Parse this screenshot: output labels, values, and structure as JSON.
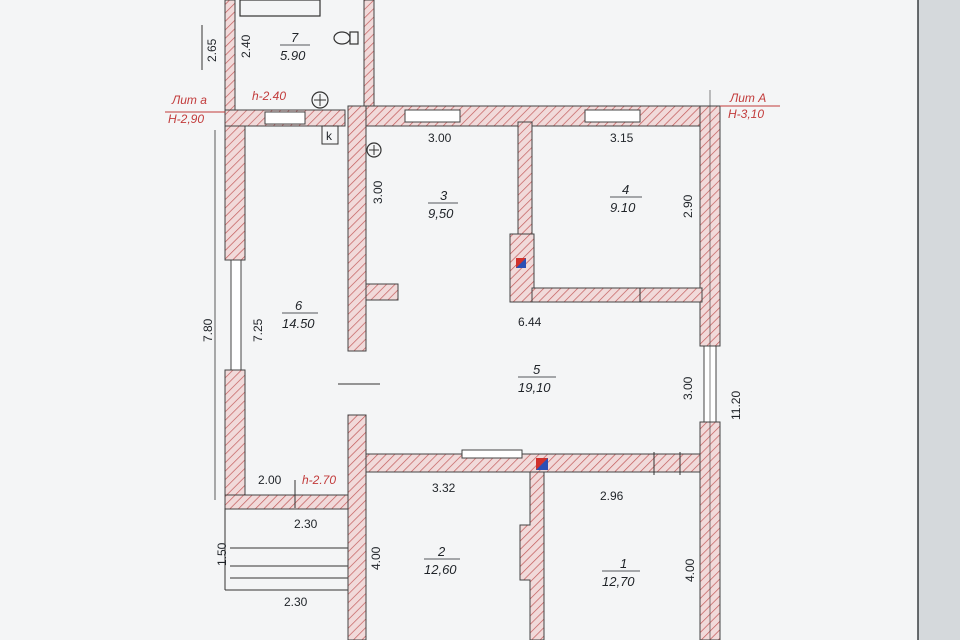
{
  "rooms": [
    {
      "id": "7",
      "number": "7",
      "area": "5.90"
    },
    {
      "id": "6",
      "number": "6",
      "area": "14.50"
    },
    {
      "id": "3",
      "number": "3",
      "area": "9,50"
    },
    {
      "id": "4",
      "number": "4",
      "area": "9.10"
    },
    {
      "id": "5",
      "number": "5",
      "area": "19,10"
    },
    {
      "id": "2",
      "number": "2",
      "area": "12,60"
    },
    {
      "id": "1",
      "number": "1",
      "area": "12,70"
    }
  ],
  "dimensions": {
    "d_265": "2.65",
    "d_240": "2.40",
    "d_300_top": "3.00",
    "d_315": "3.15",
    "d_300_v": "3.00",
    "d_290": "2.90",
    "d_644": "6.44",
    "d_780": "7.80",
    "d_725": "7.25",
    "d_300_mid": "3.00",
    "d_1120": "11.20",
    "d_332": "3.32",
    "d_296": "2.96",
    "d_200": "2.00",
    "d_230_a": "2.30",
    "d_150": "1.50",
    "d_230_b": "2.30",
    "d_400_l": "4.00",
    "d_400_r": "4.00"
  },
  "annotations": {
    "lit_a_small": "Лит а",
    "h_lit_a_small": "Н-2,90",
    "lit_a_big": "Лит А",
    "h_lit_a_big": "Н-3,10",
    "h_240": "h-2.40",
    "h_270": "h-2.70",
    "k_label": "k"
  },
  "colors": {
    "paper": "#f4f5f6",
    "wall_hatch": "#c25a5a",
    "wall_fill": "#f1dada",
    "ink": "#1f2328",
    "red_text": "#c23b3b",
    "chimney_blue": "#2a4fb5",
    "chimney_red": "#d0312d"
  }
}
